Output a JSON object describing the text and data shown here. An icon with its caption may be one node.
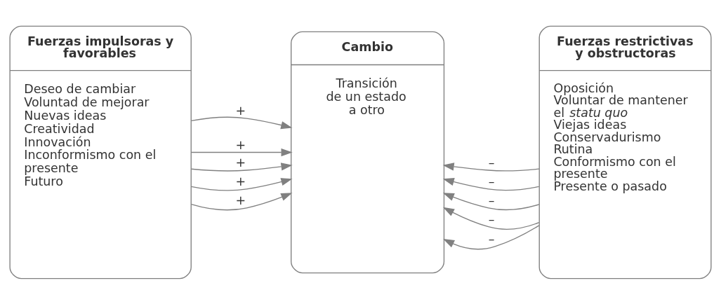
{
  "diagram": {
    "nodes": [
      {
        "text": [
          "Fuerzas impulsoras y favorables",
          "Deseo de cambiar",
          "Voluntad de mejorar",
          "Nuevas ideas",
          "Creatividad",
          "Innovación",
          "Inconformismo con el presente",
          "Futuro"
        ]
      },
      {
        "text": [
          "Cambio",
          "Transición de un estado a otro"
        ]
      },
      {
        "text": [
          "Fuerzas restrictivas y obstructoras",
          "Oposición",
          "Voluntar de mantener el *statu quo*",
          "Viejas ideas",
          "Conservadurismo",
          "Rutina",
          "Conformismo con el presente",
          "Presente o pasado"
        ]
      }
    ],
    "edges": [
      {
        "from": 0,
        "to": 1,
        "arrow": "to",
        "label": "+"
      },
      {
        "from": 0,
        "to": 1,
        "arrow": "to",
        "label": "+"
      },
      {
        "from": 0,
        "to": 1,
        "arrow": "to",
        "label": "+"
      },
      {
        "from": 0,
        "to": 1,
        "arrow": "to",
        "label": "+"
      },
      {
        "from": 0,
        "to": 1,
        "arrow": "to",
        "label": "+"
      },
      {
        "from": 2,
        "to": 1,
        "arrow": "to",
        "label": "–"
      },
      {
        "from": 2,
        "to": 1,
        "arrow": "to",
        "label": "–"
      },
      {
        "from": 2,
        "to": 1,
        "arrow": "to",
        "label": "–"
      },
      {
        "from": 2,
        "to": 1,
        "arrow": "to",
        "label": "–"
      },
      {
        "from": 2,
        "to": 1,
        "arrow": "to",
        "label": "–"
      }
    ]
  }
}
